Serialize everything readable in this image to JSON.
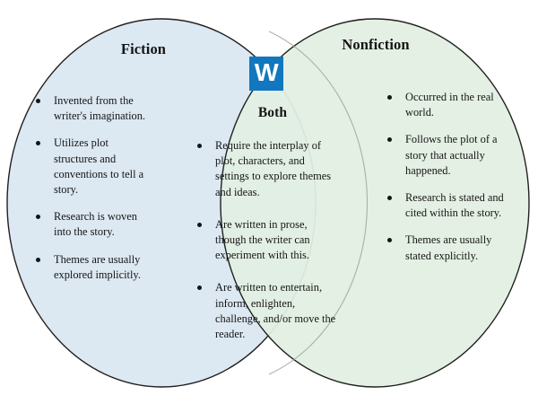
{
  "diagram": {
    "type": "venn",
    "title_fiction": "Fiction",
    "title_nonfiction": "Nonfiction",
    "title_both": "Both",
    "colors": {
      "left_fill": "#dce8f2",
      "right_fill": "#e2efe2",
      "overlap_fill": "#e0eee4",
      "outline": "#202020",
      "logo_blue": "#1277be",
      "text": "#151515",
      "background": "#ffffff"
    },
    "fiction_items": [
      "Invented from the writer's imagination.",
      "Utilizes plot structures and conventions to tell a story.",
      "Research is woven into the story.",
      "Themes are usually explored implicitly."
    ],
    "both_items": [
      "Require the interplay of plot, characters, and settings to explore themes and ideas.",
      "Are written in prose, though the writer can experiment with this.",
      "Are written to entertain, inform, enlighten, challenge, and/or move the reader."
    ],
    "nonfiction_items": [
      "Occurred in the real world.",
      "Follows the plot of a story that actually happened.",
      "Research is stated and cited within the story.",
      "Themes are usually stated explicitly."
    ]
  },
  "watermark": {
    "letter": "W",
    "icon": "w-logo-icon"
  }
}
